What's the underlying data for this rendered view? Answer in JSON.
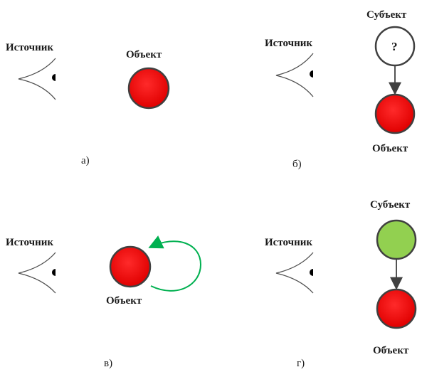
{
  "labels": {
    "source": "Источник",
    "object": "Объект",
    "subject": "Субъект",
    "question": "?"
  },
  "captions": {
    "a": "а)",
    "b": "б)",
    "v": "в)",
    "g": "г)"
  },
  "colors": {
    "object_fill": "#ff0000",
    "subject_fill_known": "#92d050",
    "subject_fill_unknown": "#ffffff",
    "loop_arrow": "#00b050",
    "stroke": "#404040"
  }
}
